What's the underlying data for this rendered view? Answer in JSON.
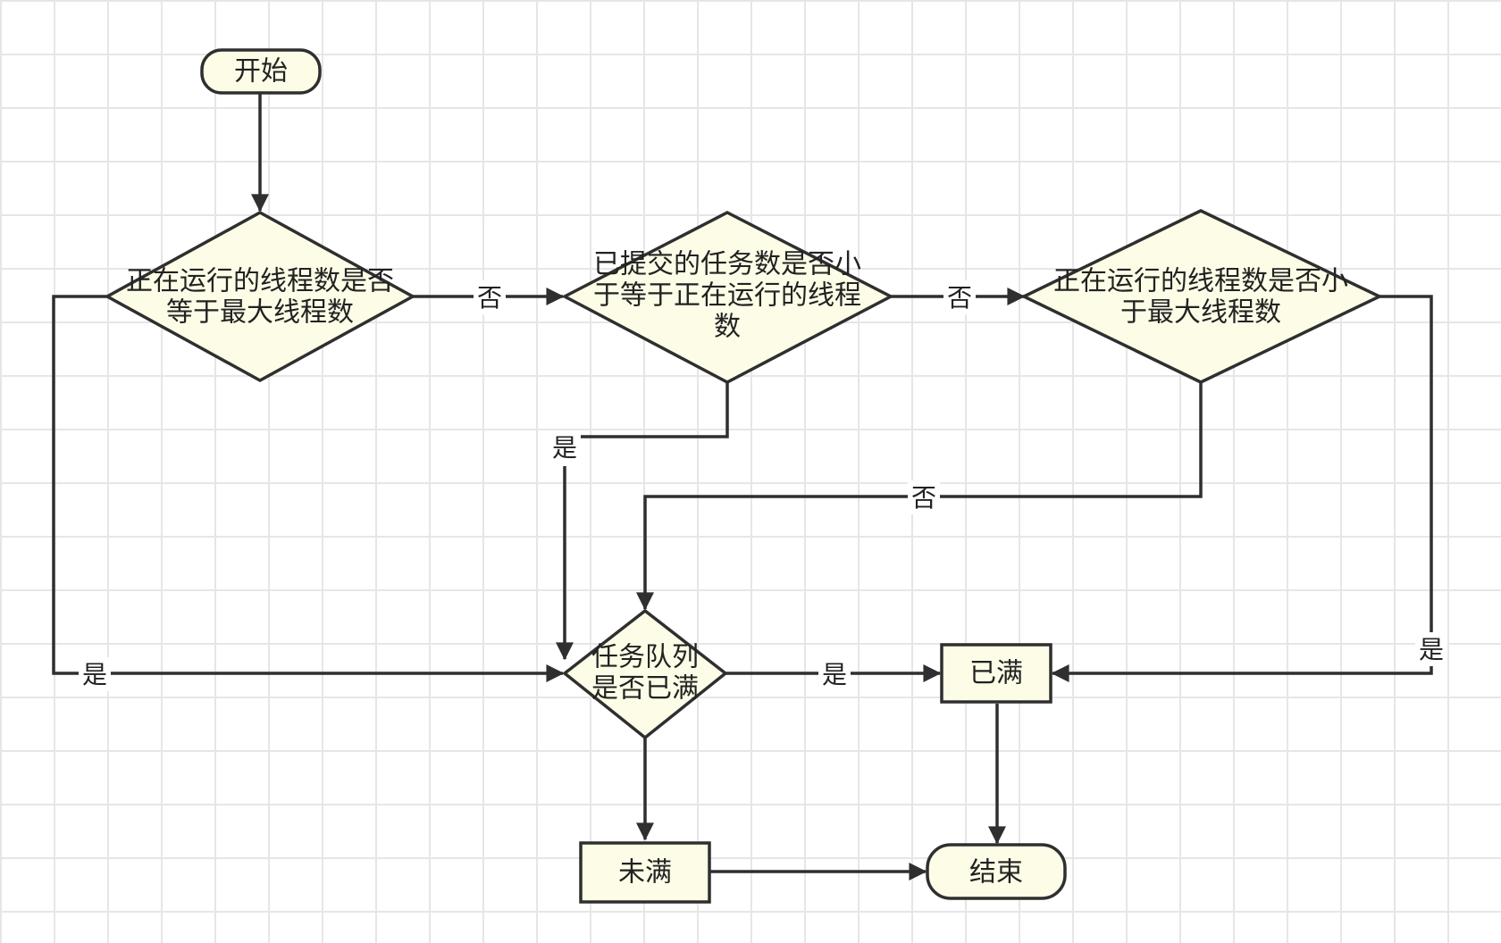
{
  "nodes": {
    "start": "开始",
    "d1_line1": "正在运行的线程数是否",
    "d1_line2": "等于最大线程数",
    "d2_line1": "已提交的任务数是否小",
    "d2_line2": "于等于正在运行的线程",
    "d2_line3": "数",
    "d3_line1": "正在运行的线程数是否小",
    "d3_line2": "于最大线程数",
    "d4_line1": "任务队列",
    "d4_line2": "是否已满",
    "full": "已满",
    "not_full": "未满",
    "end": "结束"
  },
  "edges": {
    "d1_no": "否",
    "d2_no": "否",
    "d1_yes": "是",
    "d2_yes": "是",
    "d3_no": "否",
    "d3_yes": "是",
    "d4_yes": "是"
  },
  "colors": {
    "node_fill": "#fdfde7",
    "stroke": "#2f2f2f",
    "grid": "#e6e6e6"
  }
}
